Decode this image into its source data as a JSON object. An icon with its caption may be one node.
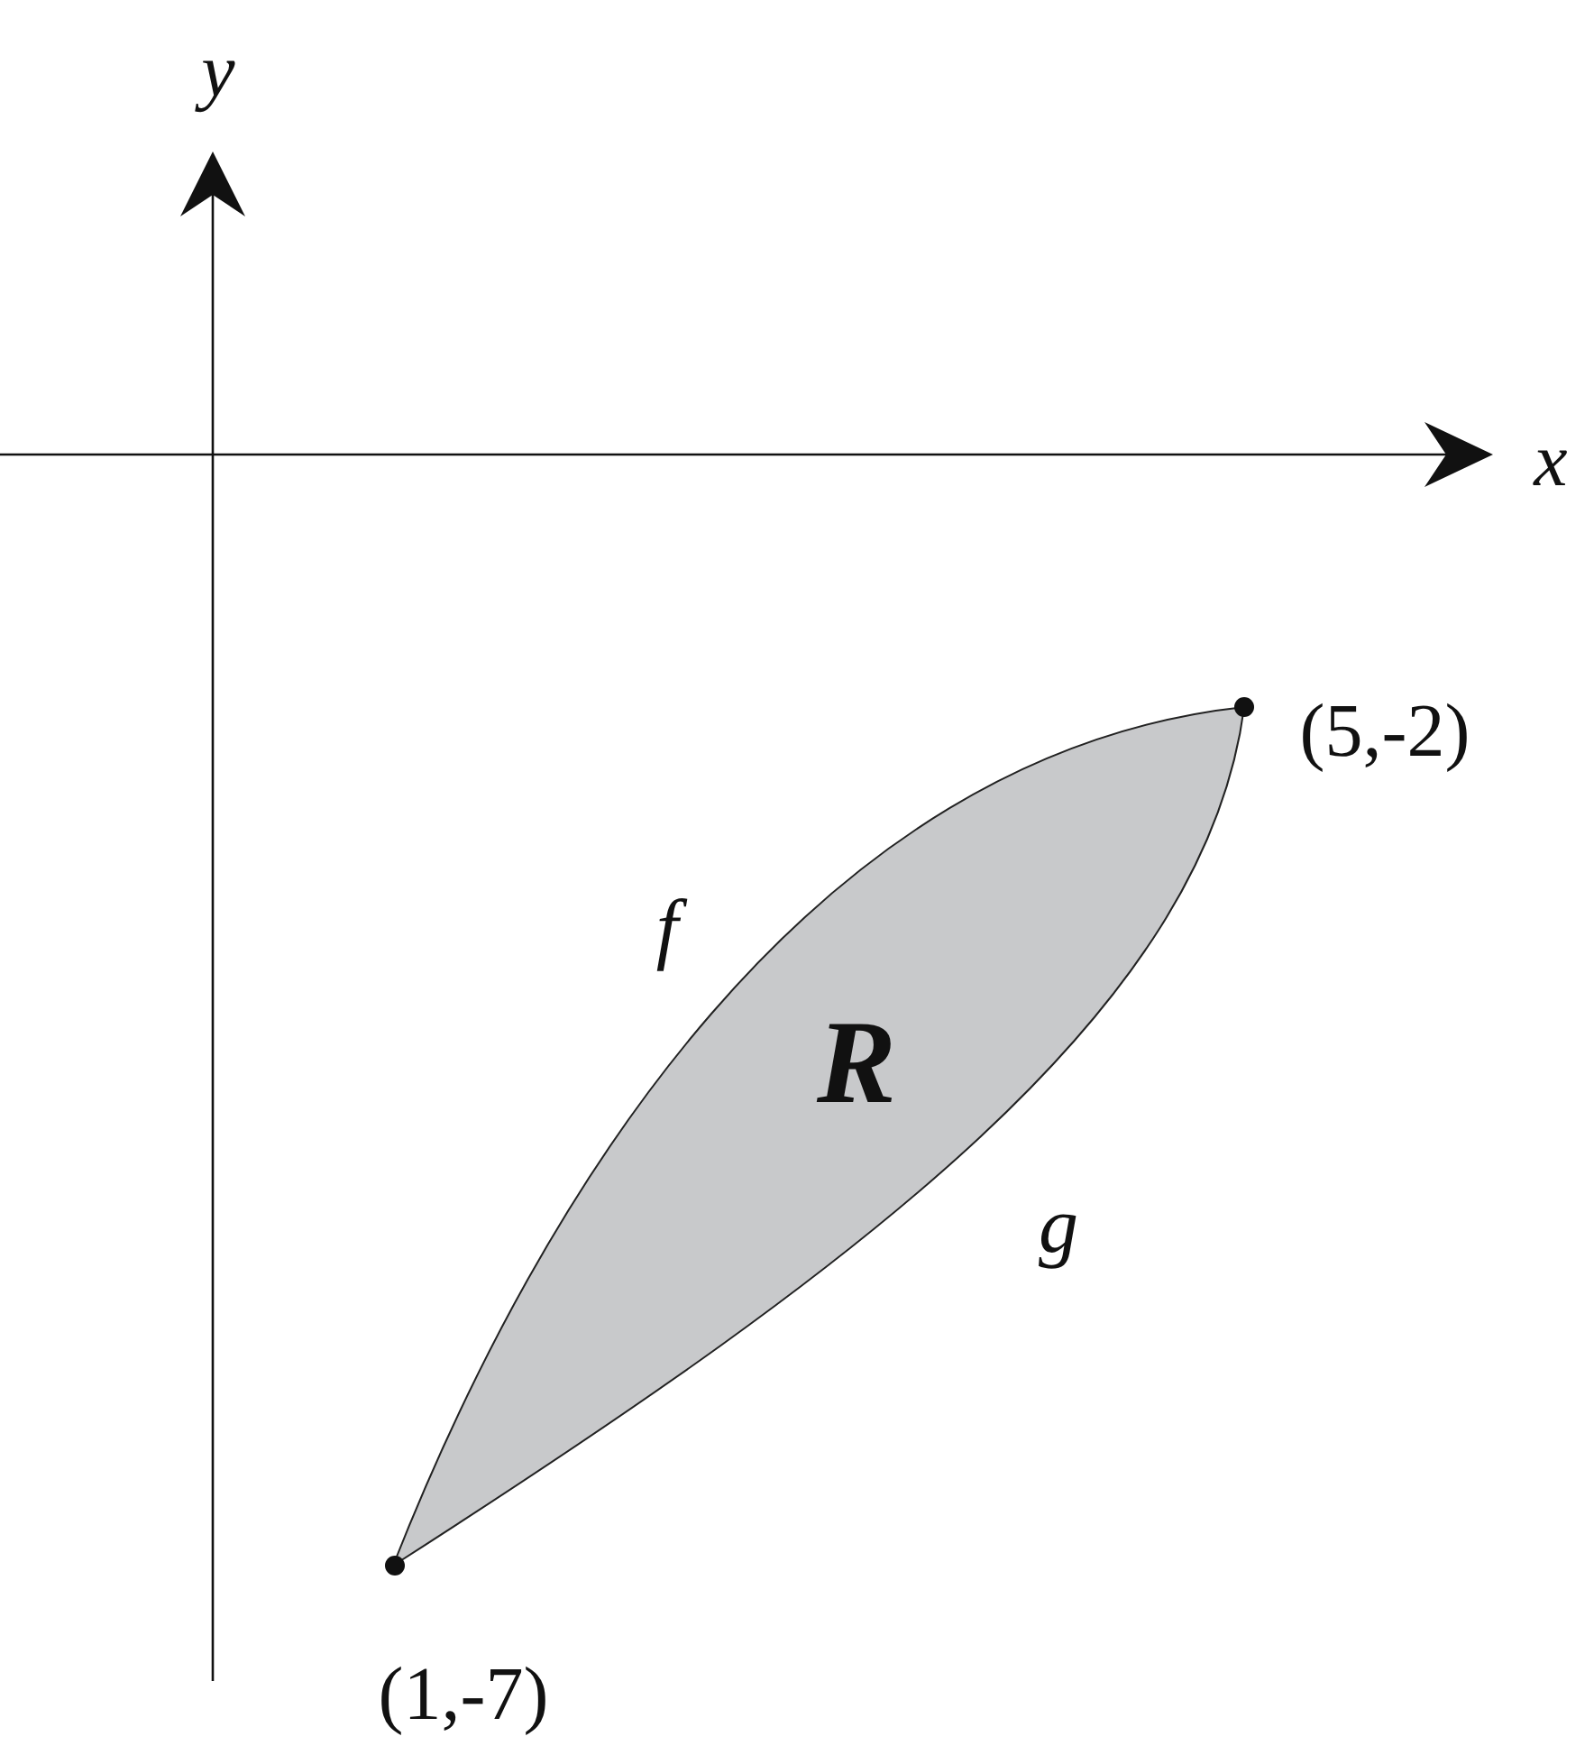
{
  "diagram": {
    "nodes": [
      {
        "text": [
          "R"
        ]
      }
    ],
    "labels": [
      "y",
      "x",
      "(5,-2)",
      "f",
      "g",
      "(1,-7)"
    ]
  }
}
